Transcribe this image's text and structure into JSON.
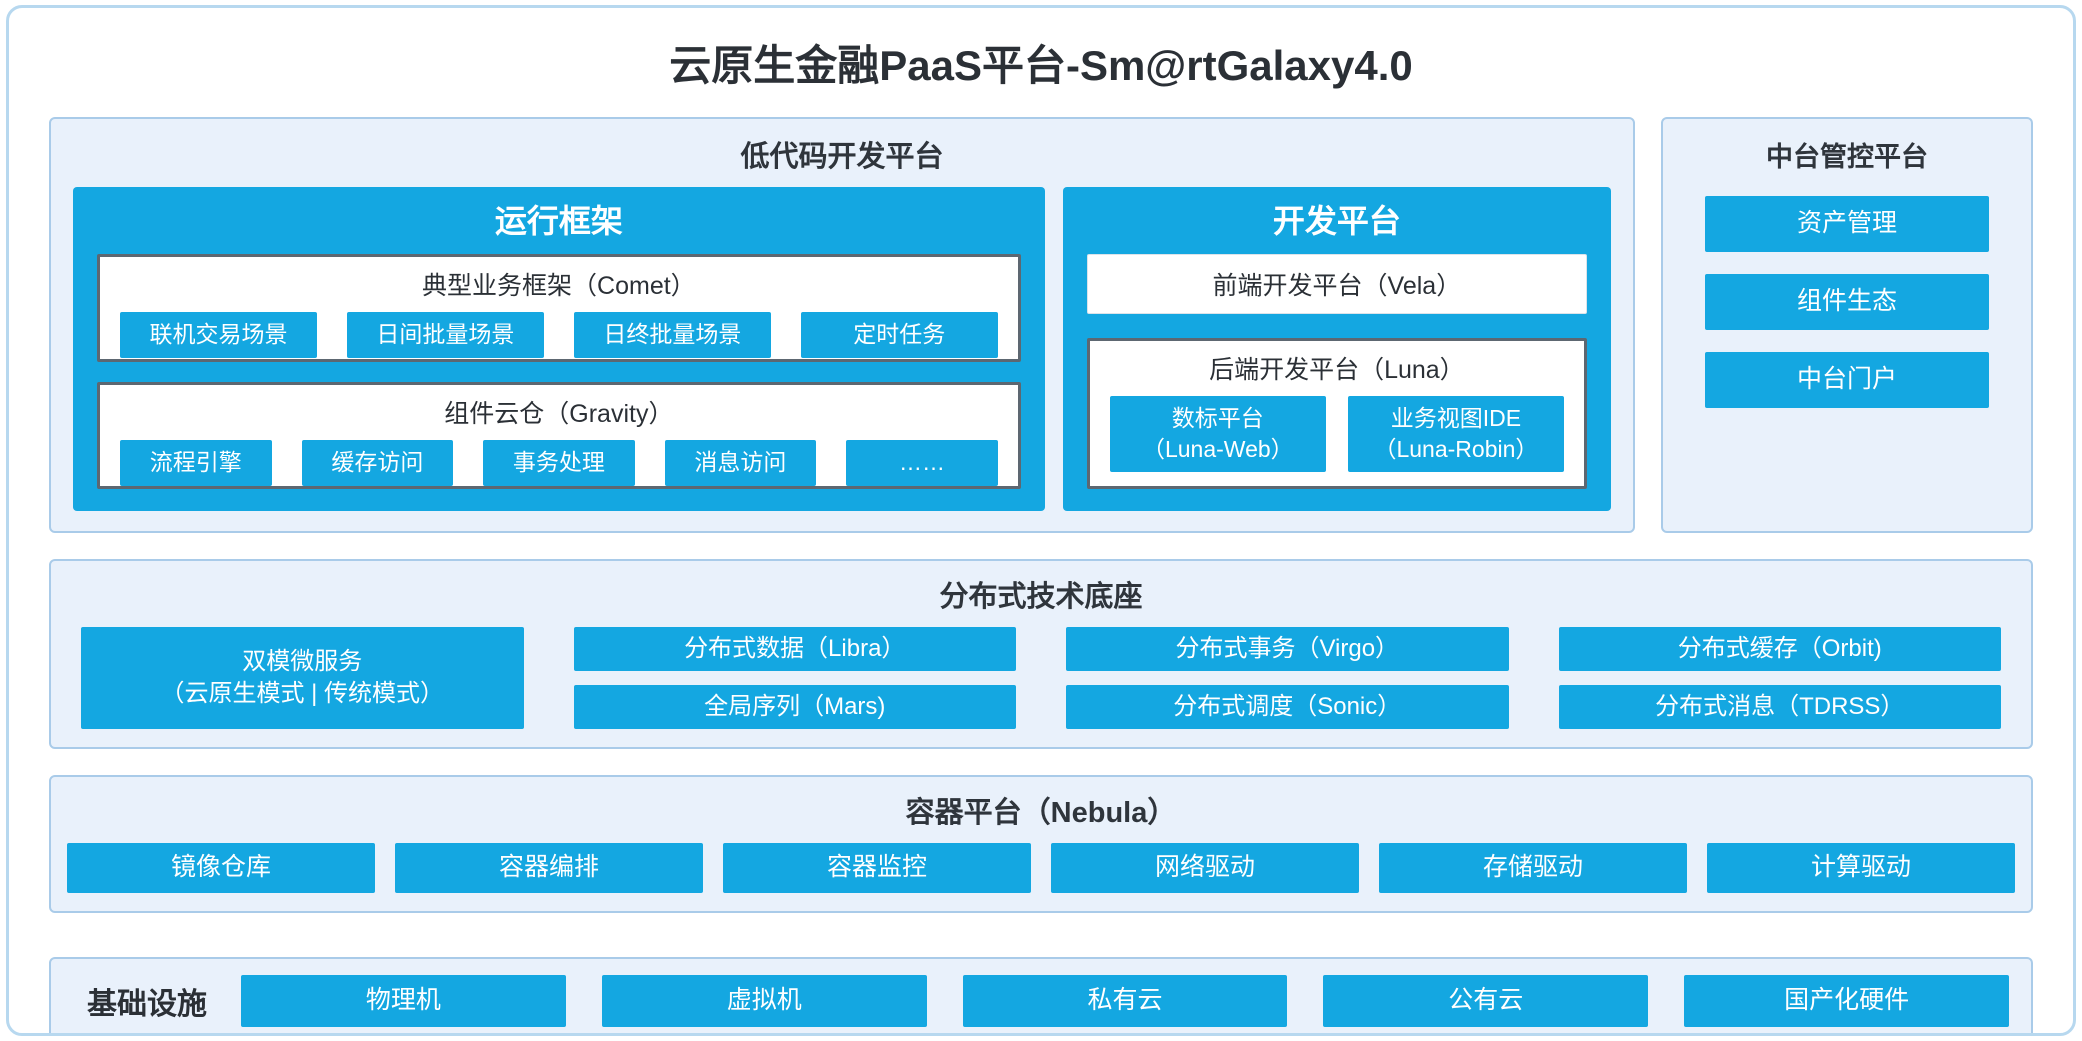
{
  "colors": {
    "accent_blue": "#14a7e1",
    "panel_bg": "#e9f1fb",
    "panel_border": "#a9cbe9",
    "box_border": "#5d6771"
  },
  "title": "云原生金融PaaS平台-Sm@rtGalaxy4.0",
  "low_code_platform": {
    "title": "低代码开发平台",
    "runtime_framework": {
      "title": "运行框架",
      "comet": {
        "title": "典型业务框架（Comet）",
        "items": [
          "联机交易场景",
          "日间批量场景",
          "日终批量场景",
          "定时任务"
        ]
      },
      "gravity": {
        "title": "组件云仓（Gravity）",
        "items": [
          "流程引擎",
          "缓存访问",
          "事务处理",
          "消息访问",
          "……"
        ]
      }
    },
    "dev_platform": {
      "title": "开发平台",
      "vela": "前端开发平台（Vela）",
      "luna": {
        "title": "后端开发平台（Luna）",
        "items": [
          "数标平台\n（Luna-Web）",
          "业务视图IDE\n（Luna-Robin）"
        ]
      }
    }
  },
  "mid_platform": {
    "title": "中台管控平台",
    "items": [
      "资产管理",
      "组件生态",
      "中台门户"
    ]
  },
  "distributed_base": {
    "title": "分布式技术底座",
    "dual_mode": "双模微服务\n（云原生模式 | 传统模式）",
    "row1": [
      "分布式数据（Libra）",
      "分布式事务（Virgo）",
      "分布式缓存（Orbit)"
    ],
    "row2": [
      "全局序列（Mars)",
      "分布式调度（Sonic）",
      "分布式消息（TDRSS）"
    ]
  },
  "container_platform": {
    "title": "容器平台（Nebula）",
    "items": [
      "镜像仓库",
      "容器编排",
      "容器监控",
      "网络驱动",
      "存储驱动",
      "计算驱动"
    ]
  },
  "infrastructure": {
    "title": "基础设施",
    "items": [
      "物理机",
      "虚拟机",
      "私有云",
      "公有云",
      "国产化硬件"
    ]
  }
}
